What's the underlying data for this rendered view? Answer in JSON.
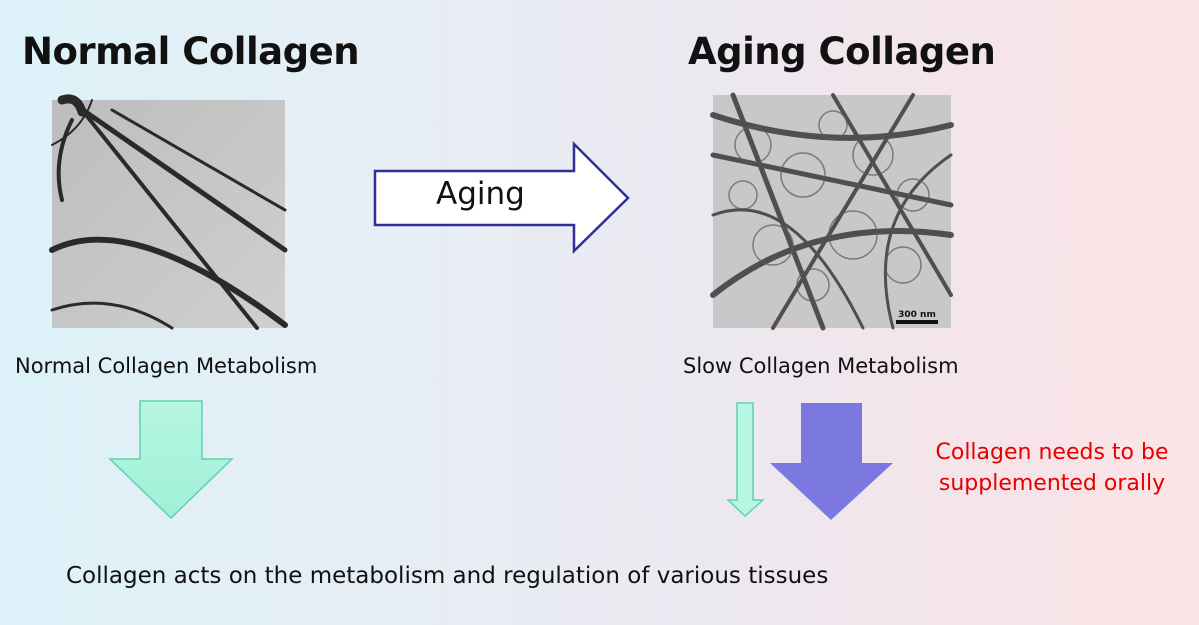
{
  "left": {
    "title": "Normal Collagen",
    "caption": "Normal Collagen Metabolism"
  },
  "right": {
    "title": "Aging Collagen",
    "caption": "Slow Collagen Metabolism",
    "scale_bar": "300 nm"
  },
  "process_arrow": {
    "label": "Aging"
  },
  "supplement_note": {
    "line1": "Collagen needs to be",
    "line2": "supplemented orally"
  },
  "footer": {
    "text": "Collagen acts on the metabolism and regulation of various tissues"
  },
  "colors": {
    "mint_arrow_fill": "#a8f3dc",
    "mint_arrow_stroke": "#5fd1ad",
    "purple_arrow": "#7b78e0",
    "process_arrow_stroke": "#2f2f9a",
    "note_red": "#e60000"
  }
}
